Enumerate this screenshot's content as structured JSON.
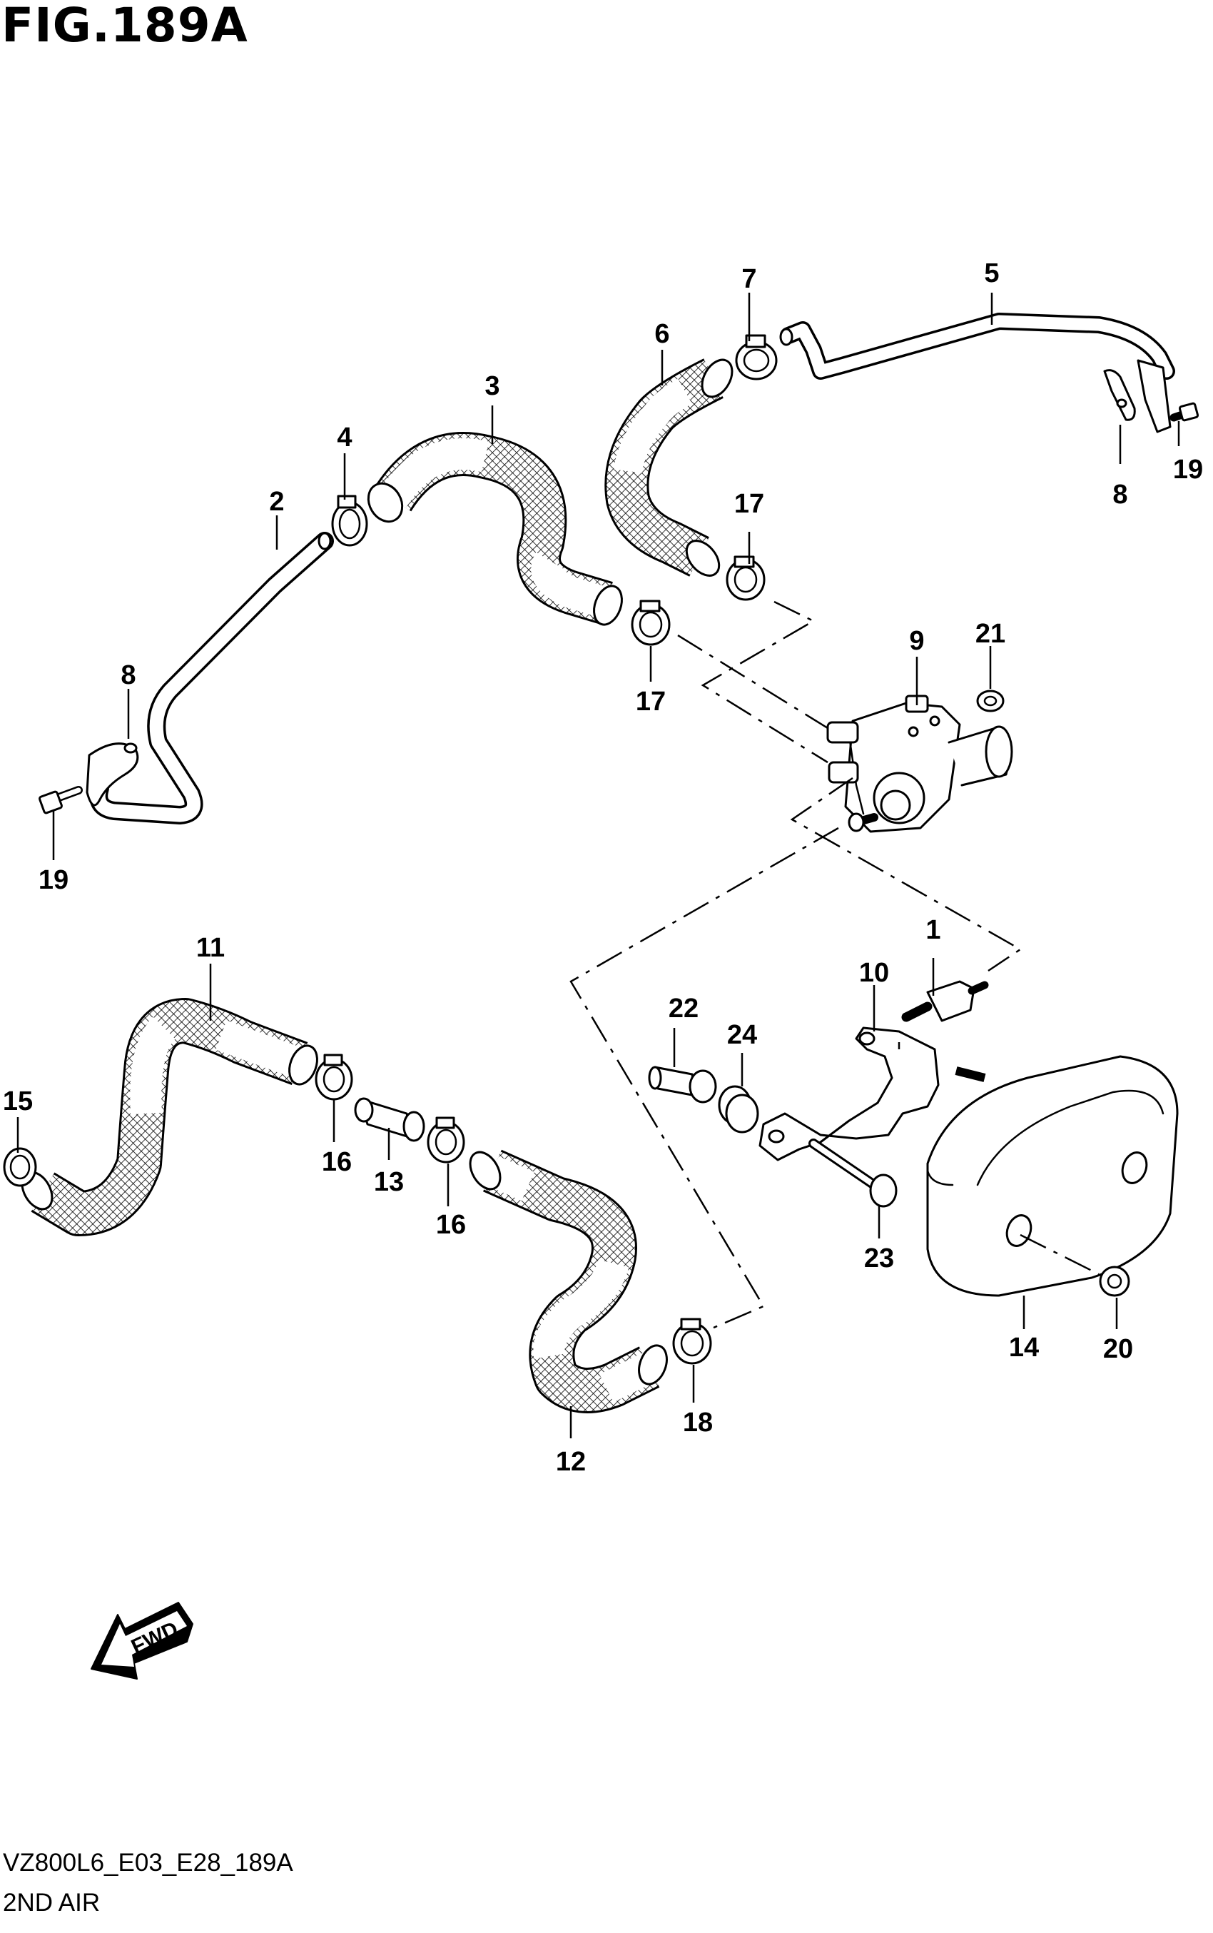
{
  "figure": {
    "title": "FIG.189A",
    "code": "VZ800L6_E03_E28_189A",
    "description": "2ND AIR",
    "direction_label": "FWD"
  },
  "callouts": [
    {
      "id": "c1",
      "label": "1"
    },
    {
      "id": "c2",
      "label": "2"
    },
    {
      "id": "c3",
      "label": "3"
    },
    {
      "id": "c4",
      "label": "4"
    },
    {
      "id": "c5",
      "label": "5"
    },
    {
      "id": "c6",
      "label": "6"
    },
    {
      "id": "c7",
      "label": "7"
    },
    {
      "id": "c8a",
      "label": "8"
    },
    {
      "id": "c8b",
      "label": "8"
    },
    {
      "id": "c9",
      "label": "9"
    },
    {
      "id": "c10",
      "label": "10"
    },
    {
      "id": "c11",
      "label": "11"
    },
    {
      "id": "c12",
      "label": "12"
    },
    {
      "id": "c13",
      "label": "13"
    },
    {
      "id": "c14",
      "label": "14"
    },
    {
      "id": "c15",
      "label": "15"
    },
    {
      "id": "c16a",
      "label": "16"
    },
    {
      "id": "c16b",
      "label": "16"
    },
    {
      "id": "c17a",
      "label": "17"
    },
    {
      "id": "c17b",
      "label": "17"
    },
    {
      "id": "c18",
      "label": "18"
    },
    {
      "id": "c19a",
      "label": "19"
    },
    {
      "id": "c19b",
      "label": "19"
    },
    {
      "id": "c20",
      "label": "20"
    },
    {
      "id": "c21",
      "label": "21"
    },
    {
      "id": "c22",
      "label": "22"
    },
    {
      "id": "c23",
      "label": "23"
    },
    {
      "id": "c24",
      "label": "24"
    }
  ]
}
